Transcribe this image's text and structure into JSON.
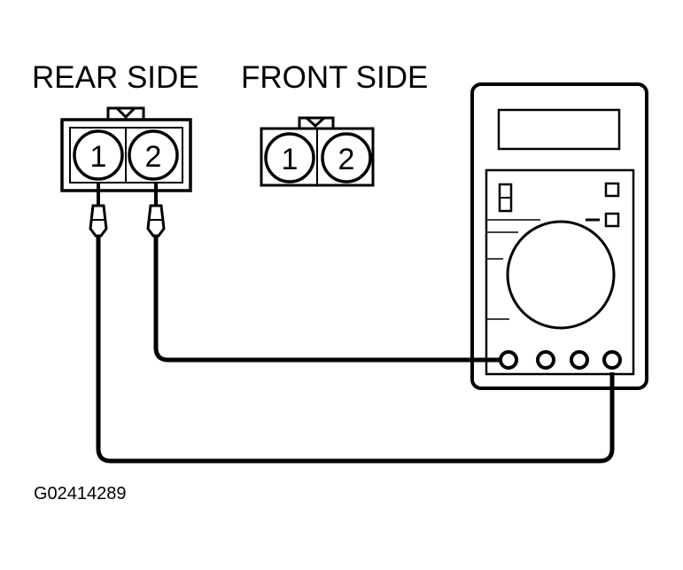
{
  "labels": {
    "rear_side": "REAR SIDE",
    "front_side": "FRONT SIDE",
    "figure_code": "G02414289"
  },
  "connectors": {
    "rear": {
      "pins": [
        "1",
        "2"
      ]
    },
    "front": {
      "pins": [
        "1",
        "2"
      ]
    }
  },
  "colors": {
    "ink": "#000000",
    "background": "#ffffff"
  }
}
